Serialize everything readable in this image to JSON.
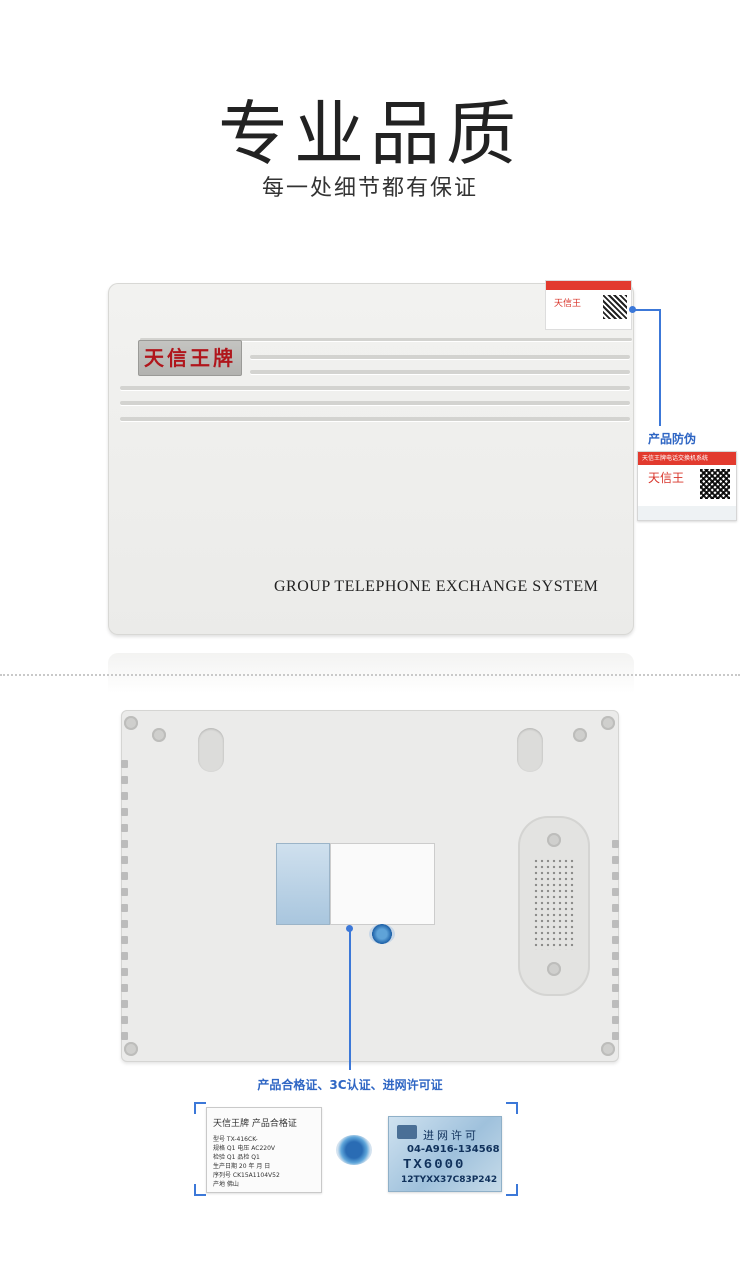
{
  "header": {
    "title": "专业品质",
    "subtitle": "每一处细节都有保证"
  },
  "front_device": {
    "brand_plate": "天信王牌",
    "system_name": "GROUP TELEPHONE EXCHANGE SYSTEM"
  },
  "callouts": {
    "anti_counterfeit_label": "产品防伪",
    "certificates_label": "产品合格证、3C认证、进网许可证"
  },
  "anti_counterfeit_sticker": {
    "header_text": "天信王牌电话交换机系统",
    "brand": "天信王"
  },
  "certificate_card": {
    "brand": "天信王牌",
    "title": "产品合格证",
    "rows": [
      "型号  TX-416CK-",
      "规格  Q1    电压  AC220V",
      "检验  Q1    品检  Q1",
      "生产日期  20  年  月  日",
      "序列号  CK15A1104V52",
      "产地  佛山"
    ]
  },
  "network_license_card": {
    "title": "进网许可",
    "number": "04-A916-134568",
    "model": "TX6000",
    "serial": "12TYXX37C83P242"
  },
  "colors": {
    "accent": "#3c78d8",
    "brand_red": "#b0161c",
    "sticker_red": "#e23a2e"
  }
}
